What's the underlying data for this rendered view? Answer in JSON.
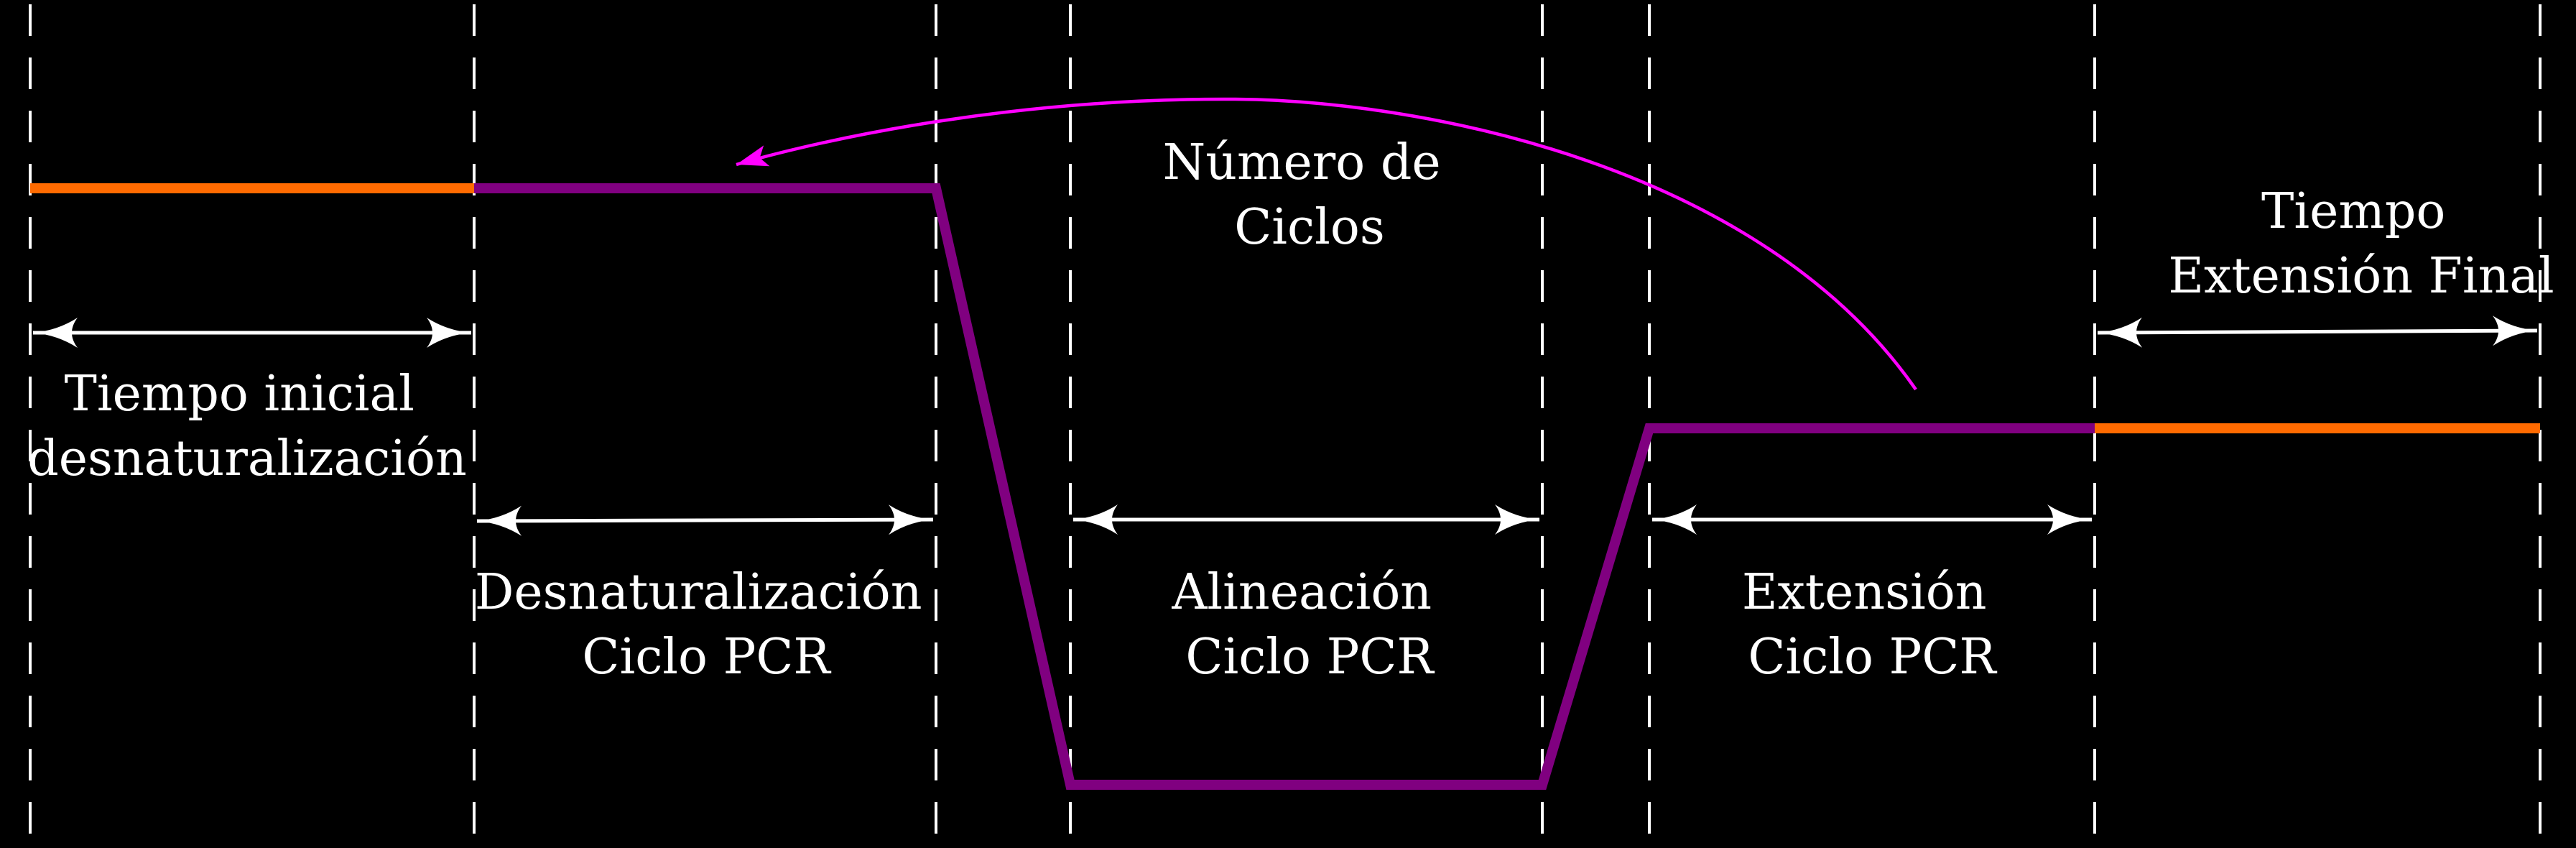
{
  "diagram": {
    "type": "pcr-thermal-profile",
    "colors": {
      "background": "#000000",
      "guides": "#ffffff",
      "hold_segments": "#ff6a00",
      "cycle_segments": "#800080",
      "cycle_return_arrow": "#ff00ff",
      "text": "#ffffff"
    },
    "labels": {
      "initial_denaturation": {
        "line1": "Tiempo inicial",
        "line2": "desnaturalización"
      },
      "denaturation": {
        "line1": "Desnaturalización",
        "line2": "Ciclo PCR"
      },
      "annealing": {
        "line1": "Alineación",
        "line2": "Ciclo PCR"
      },
      "extension": {
        "line1": "Extensión",
        "line2": "Ciclo PCR"
      },
      "final_extension": {
        "line1": "Tiempo",
        "line2": "Extensión Final"
      },
      "cycles": {
        "line1": "Número de",
        "line2": "Ciclos"
      }
    }
  }
}
